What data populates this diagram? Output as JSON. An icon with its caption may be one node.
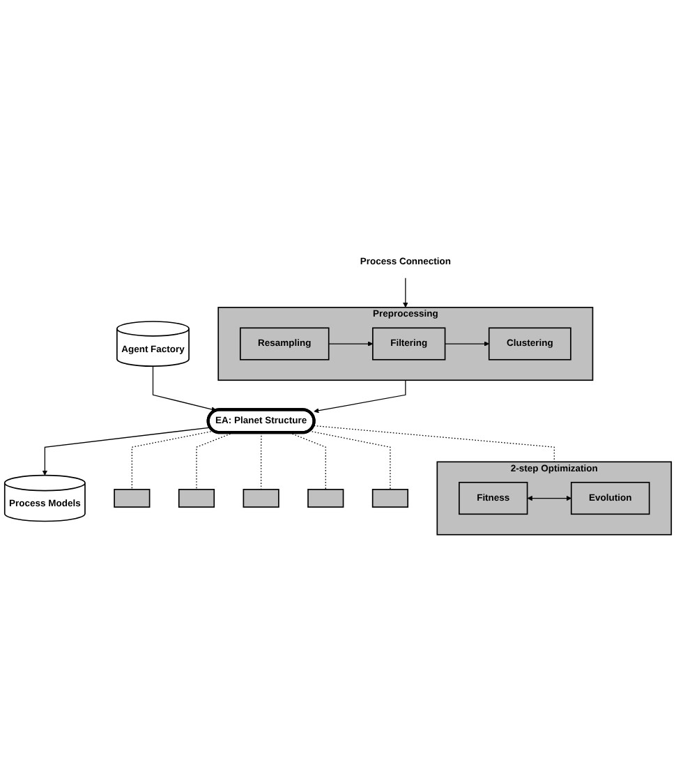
{
  "diagram": {
    "nodes": [
      {
        "text": [
          "Process Connection"
        ]
      },
      {
        "text": [
          "Preprocessing"
        ]
      },
      {
        "text": [
          "Resampling"
        ],
        "in": 1
      },
      {
        "text": [
          "Filtering"
        ],
        "in": 1
      },
      {
        "text": [
          "Clustering"
        ],
        "in": 1
      },
      {
        "text": [
          "Agent Factory"
        ]
      },
      {
        "text": [
          "EA: Planet Structure"
        ]
      },
      {
        "text": [
          "Process Models"
        ]
      },
      {
        "text": [],
        "shape": "box"
      },
      {
        "text": [],
        "shape": "box"
      },
      {
        "text": [],
        "shape": "box"
      },
      {
        "text": [],
        "shape": "box"
      },
      {
        "text": [],
        "shape": "box"
      },
      {
        "text": [
          "2-step Optimization"
        ]
      },
      {
        "text": [
          "Fitness"
        ],
        "in": 13
      },
      {
        "text": [
          "Evolution"
        ],
        "in": 13
      }
    ],
    "edges": [
      {
        "from": 0,
        "to": 1,
        "arrow": "to"
      },
      {
        "from": 2,
        "to": 3,
        "arrow": "to"
      },
      {
        "from": 3,
        "to": 4,
        "arrow": "to"
      },
      {
        "from": 1,
        "to": 6,
        "arrow": "to"
      },
      {
        "from": 5,
        "to": 6,
        "arrow": "to"
      },
      {
        "from": 6,
        "to": 7,
        "arrow": "to"
      },
      {
        "from": 6,
        "to": 8,
        "arrow": "none",
        "style": "dashed"
      },
      {
        "from": 6,
        "to": 9,
        "arrow": "none",
        "style": "dashed"
      },
      {
        "from": 6,
        "to": 10,
        "arrow": "none",
        "style": "dashed"
      },
      {
        "from": 6,
        "to": 11,
        "arrow": "none",
        "style": "dashed"
      },
      {
        "from": 6,
        "to": 12,
        "arrow": "none",
        "style": "dashed"
      },
      {
        "from": 6,
        "to": 13,
        "arrow": "none",
        "style": "dashed"
      },
      {
        "from": 14,
        "to": 15,
        "arrow": "both"
      }
    ]
  }
}
